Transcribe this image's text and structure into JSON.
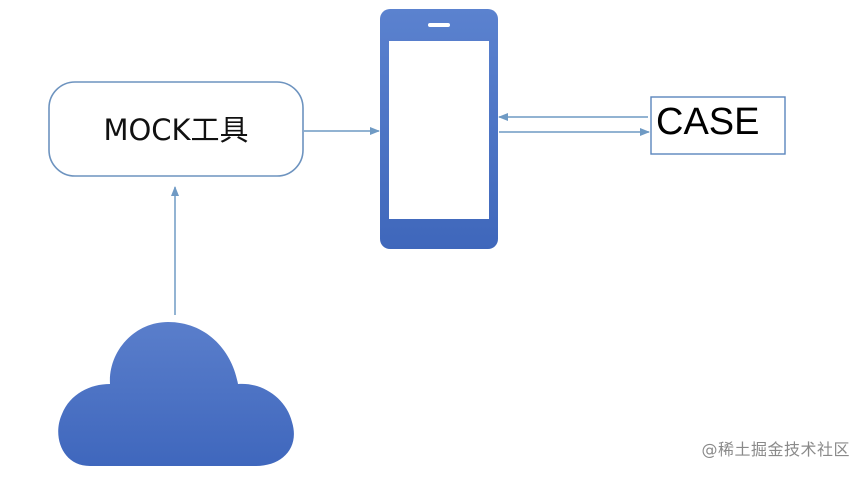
{
  "nodes": {
    "mock_tool": {
      "label": "MOCK工具"
    },
    "case": {
      "label": "CASE"
    }
  },
  "watermark": {
    "text": "@稀土掘金技术社区"
  },
  "colors": {
    "arrow": "#6f9ac4",
    "phone_body": "#4a72c4",
    "cloud": "#4e74c6",
    "box_border": "#6d93bf",
    "case_border": "#5b86bd"
  }
}
